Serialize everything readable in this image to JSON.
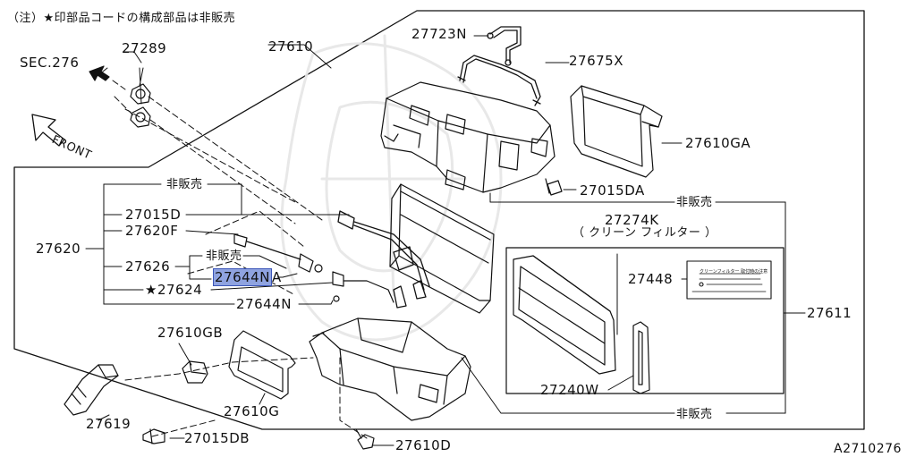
{
  "note": "（注）★印部品コードの構成部品は非販売",
  "diagram_code": "A2710276",
  "direction_label": "FRONT",
  "sec_ref": "SEC.276",
  "labels": {
    "p27723N": "27723N",
    "p27289": "27289",
    "p27610": "27610",
    "p27675X": "27675X",
    "p27610GA": "27610GA",
    "p27015DA": "27015DA",
    "hihanbai_top": "非販売",
    "p27015D": "27015D",
    "p27620F": "27620F",
    "p27620": "27620",
    "hihanbai_mid": "非販売",
    "p27626": "27626",
    "p27644NA_hl": "27644N",
    "p27644NA_suffix": "A",
    "p27624": "★27624",
    "p27644N": "27644N",
    "hihanbai_right": "非販売",
    "p27274K": "27274K",
    "clean_filter": "（ クリーン フィルター ）",
    "p27448": "27448",
    "p27611": "27611",
    "p27610GB": "27610GB",
    "p27240W": "27240W",
    "p27619": "27619",
    "p27610G": "27610G",
    "hihanbai_bottom": "非販売",
    "p27015DB": "27015DB",
    "p27610D": "27610D"
  },
  "sticker_text": "クリーンフィルター 取付時の注意"
}
